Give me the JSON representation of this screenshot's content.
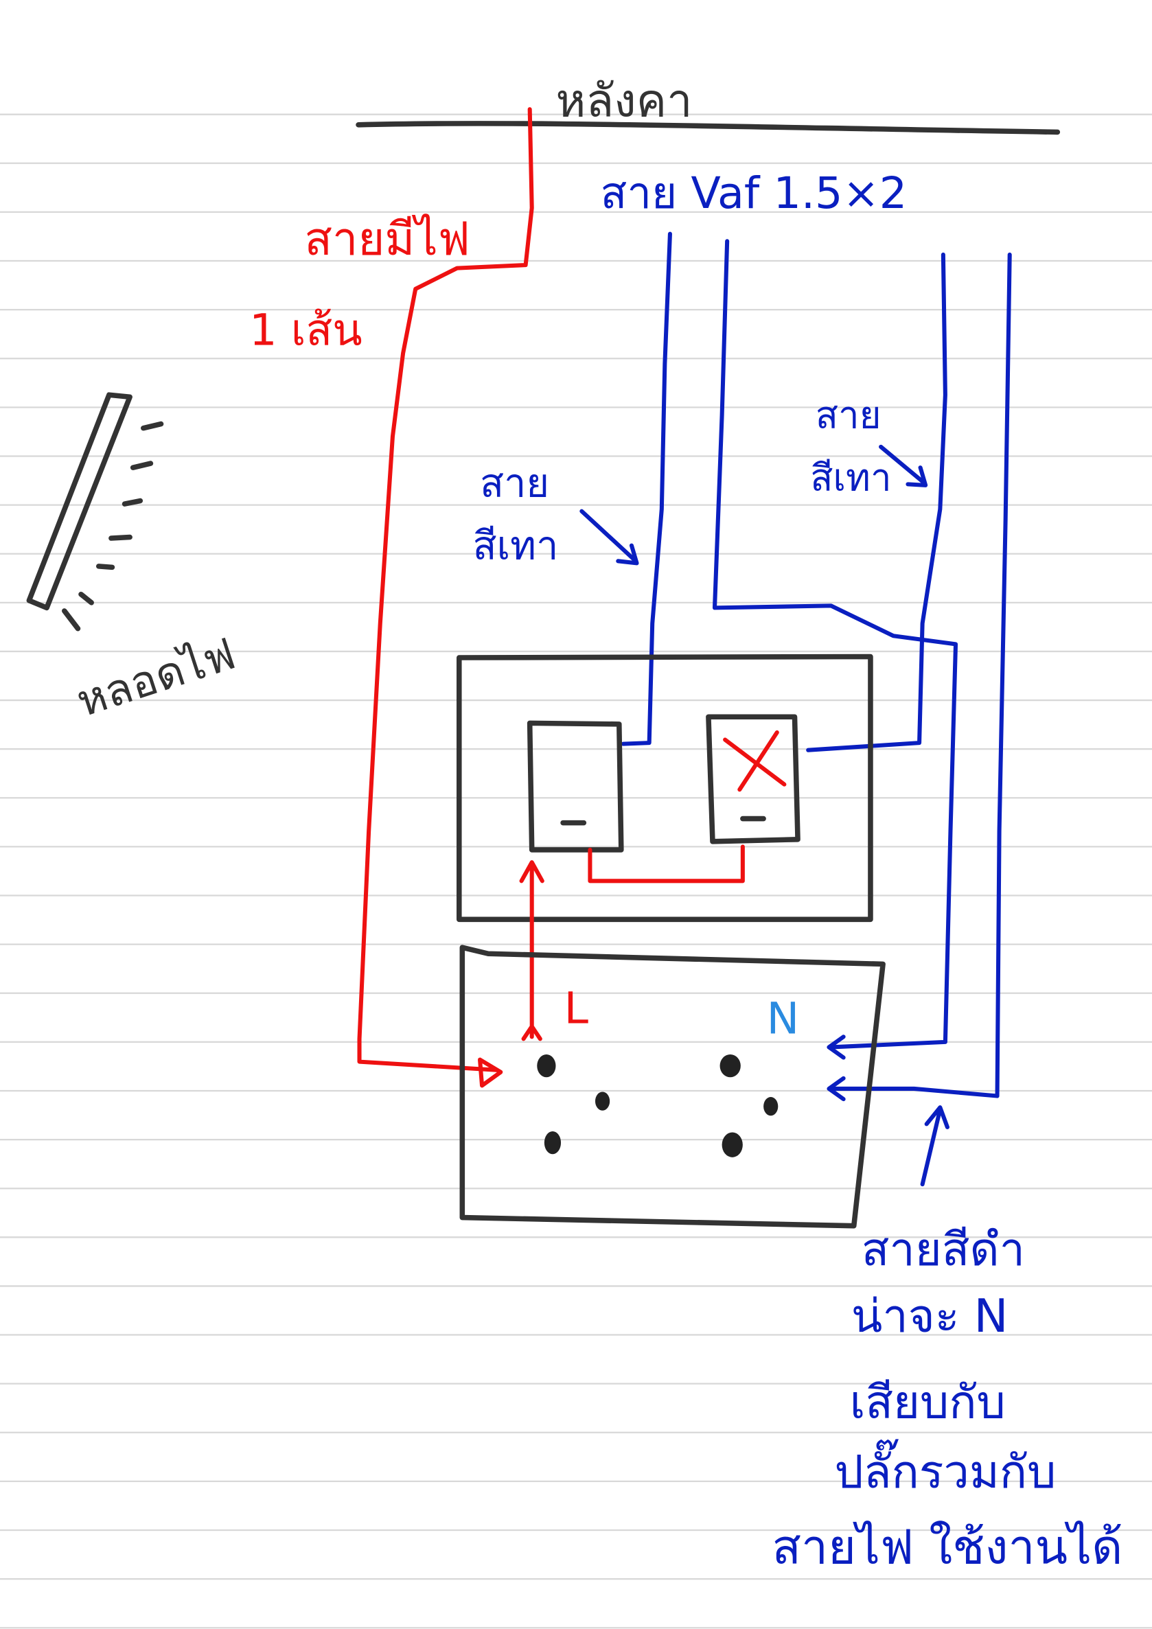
{
  "labels": {
    "roof": "หลังคา",
    "live_wire": "สายมีไฟ",
    "one_line": "1 เส้น",
    "cable_type": "สาย Vaf 1.5×2",
    "gray_wire_left": [
      "สาย",
      "สีเทา"
    ],
    "gray_wire_right": [
      "สาย",
      "สีเทา"
    ],
    "lamp": "หลอดไฟ",
    "live_terminal": "L",
    "neutral_terminal": "N",
    "note_lines": [
      "สายสีดำ",
      "น่าจะ N",
      "เสียบกับ",
      "ปลั๊กรวมกับ",
      "สายไฟ ใช้งานได้"
    ]
  },
  "colors": {
    "live": "#ee1111",
    "cable": "#0a1fc0",
    "outline": "#333333",
    "paper_lines": "#d8d8d8"
  }
}
